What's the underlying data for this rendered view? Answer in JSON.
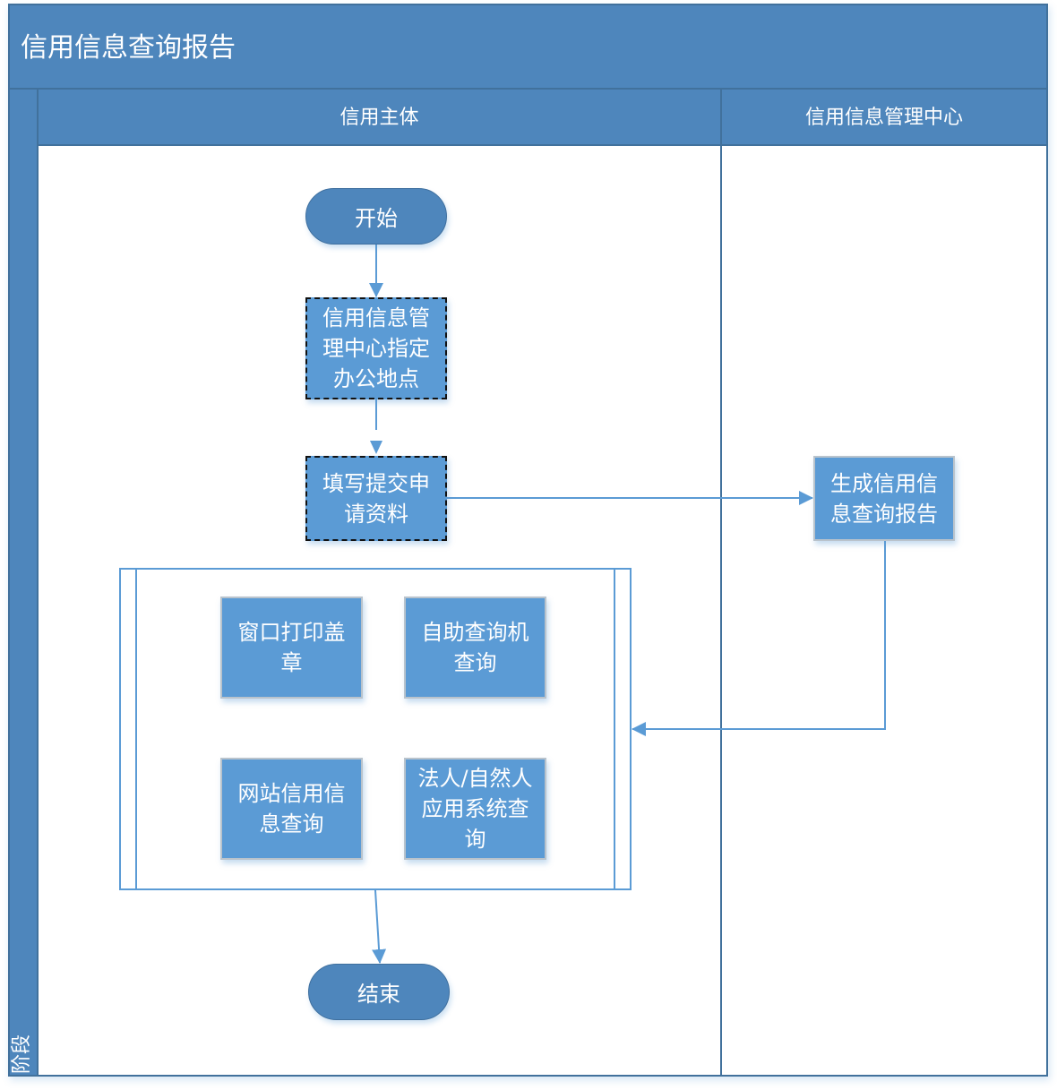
{
  "pool": {
    "title": "信用信息查询报告",
    "phase_label": "阶段"
  },
  "lanes": [
    {
      "label": "信用主体"
    },
    {
      "label": "信用信息管理中心"
    }
  ],
  "nodes": {
    "start": {
      "label": "开始",
      "shape": "terminator"
    },
    "designated_office": {
      "label": "信用信息管理中心指定办公地点",
      "shape": "process-dashed"
    },
    "submit_materials": {
      "label": "填写提交申请资料",
      "shape": "process-dashed"
    },
    "generate_report": {
      "label": "生成信用信息查询报告",
      "shape": "process"
    },
    "window_print": {
      "label": "窗口打印盖章",
      "shape": "process"
    },
    "self_service": {
      "label": "自助查询机查询",
      "shape": "process"
    },
    "website_query": {
      "label": "网站信用信息查询",
      "shape": "process"
    },
    "system_query": {
      "label": "法人/自然人应用系统查询",
      "shape": "process"
    },
    "end": {
      "label": "结束",
      "shape": "terminator"
    }
  },
  "edges": [
    {
      "from": "start",
      "to": "designated_office"
    },
    {
      "from": "designated_office",
      "to": "submit_materials"
    },
    {
      "from": "submit_materials",
      "to": "generate_report"
    },
    {
      "from": "generate_report",
      "to": "query_methods_group"
    },
    {
      "from": "query_methods_group",
      "to": "end"
    }
  ],
  "colors": {
    "header_fill": "#4e86bc",
    "border": "#41719c",
    "process_fill": "#5b9bd5",
    "connector": "#5b9bd5"
  }
}
